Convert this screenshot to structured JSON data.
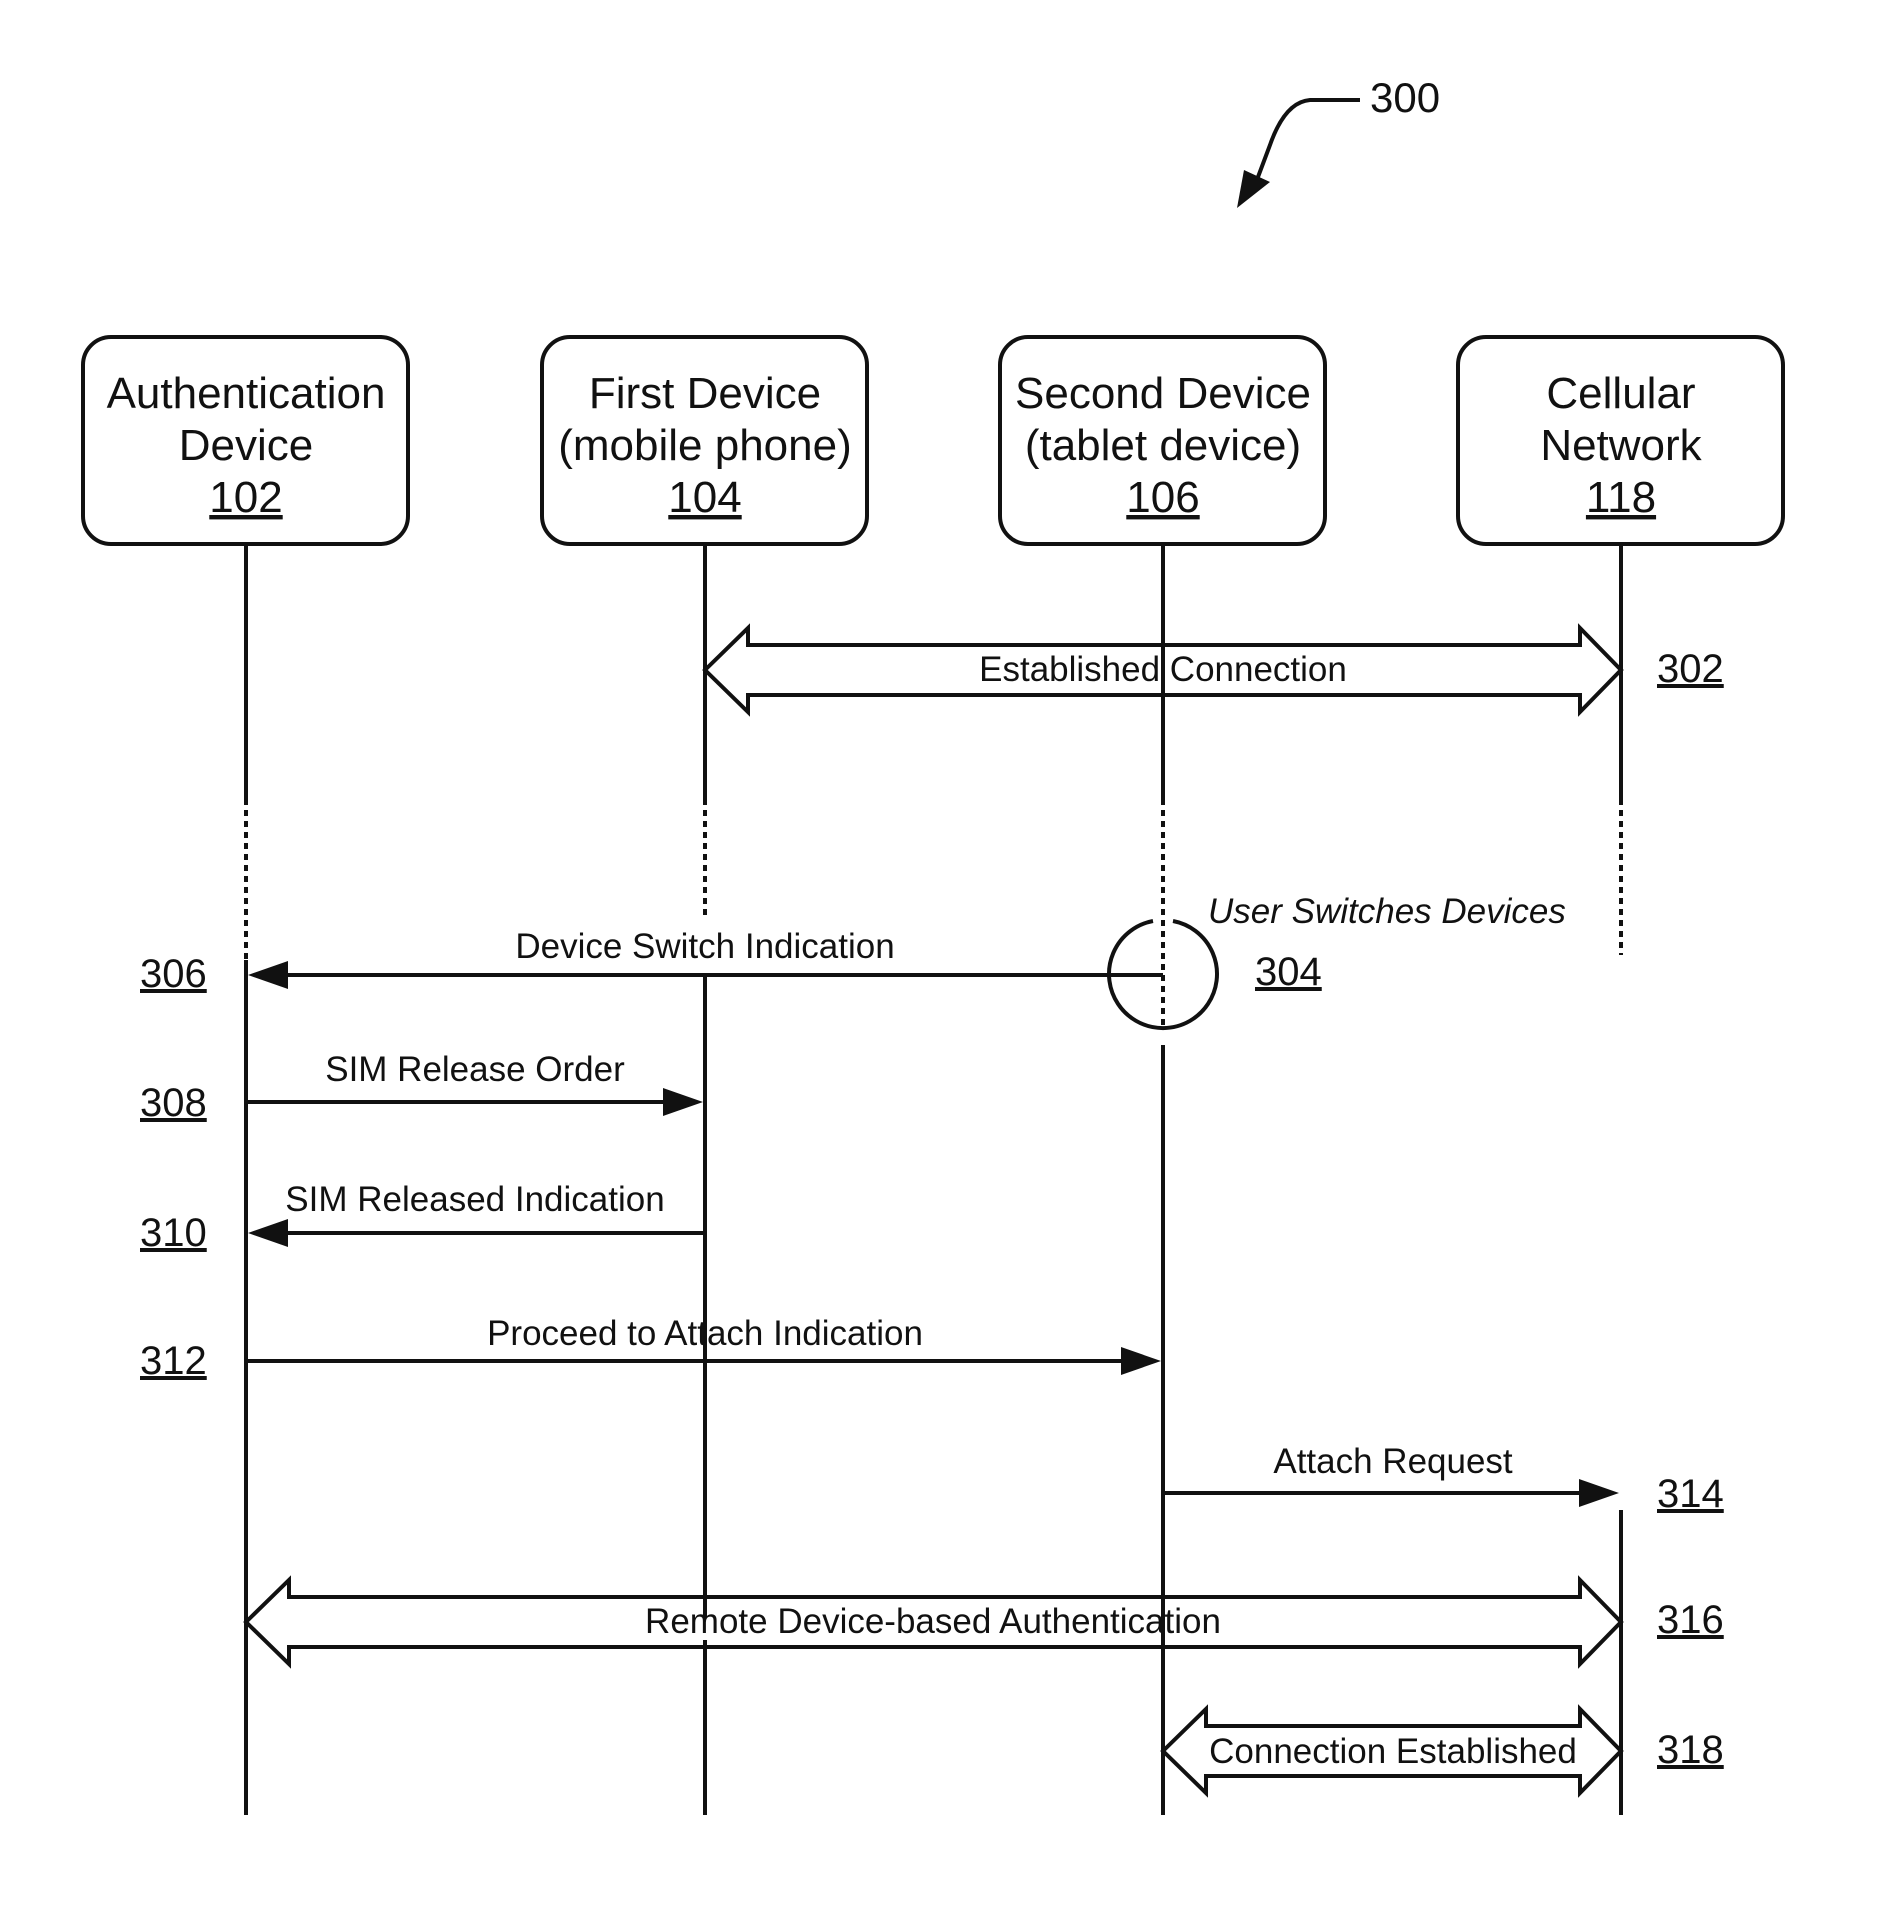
{
  "figure": {
    "number": "300"
  },
  "participants": [
    {
      "line1": "Authentication",
      "line2": "Device",
      "ref": "102"
    },
    {
      "line1": "First Device",
      "line2": "(mobile phone)",
      "ref": "104"
    },
    {
      "line1": "Second Device",
      "line2": "(tablet device)",
      "ref": "106"
    },
    {
      "line1": "Cellular",
      "line2": "Network",
      "ref": "118"
    }
  ],
  "steps": {
    "established_connection": {
      "label": "Established Connection",
      "ref": "302"
    },
    "user_switch": {
      "label": "User Switches Devices",
      "ref": "304"
    },
    "device_switch_indication": {
      "label": "Device Switch Indication",
      "ref": "306"
    },
    "sim_release_order": {
      "label": "SIM Release Order",
      "ref": "308"
    },
    "sim_released_indication": {
      "label": "SIM Released Indication",
      "ref": "310"
    },
    "proceed_to_attach": {
      "label": "Proceed to Attach Indication",
      "ref": "312"
    },
    "attach_request": {
      "label": "Attach Request",
      "ref": "314"
    },
    "remote_authentication": {
      "label": "Remote Device-based Authentication",
      "ref": "316"
    },
    "connection_established": {
      "label": "Connection Established",
      "ref": "318"
    }
  }
}
